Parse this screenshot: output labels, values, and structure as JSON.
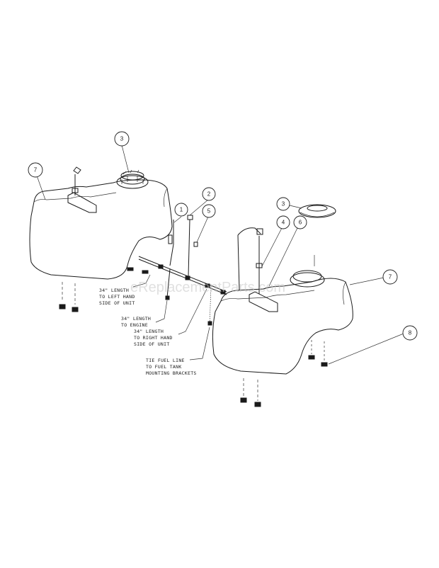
{
  "watermark": "eReplacementParts.com",
  "callouts": [
    {
      "id": "c1",
      "label": "1"
    },
    {
      "id": "c2",
      "label": "2"
    },
    {
      "id": "c3a",
      "label": "3"
    },
    {
      "id": "c3b",
      "label": "3"
    },
    {
      "id": "c4",
      "label": "4"
    },
    {
      "id": "c5",
      "label": "5"
    },
    {
      "id": "c6",
      "label": "6"
    },
    {
      "id": "c7a",
      "label": "7"
    },
    {
      "id": "c7b",
      "label": "7"
    },
    {
      "id": "c8",
      "label": "8"
    }
  ],
  "notes": {
    "left_hand": [
      "34\" LENGTH",
      "TO LEFT HAND",
      "SIDE OF UNIT"
    ],
    "engine": [
      "34\" LENGTH",
      "TO ENGINE"
    ],
    "right_hand": [
      "34\" LENGTH",
      "TO RIGHT HAND",
      "SIDE OF UNIT"
    ],
    "tie": [
      "TIE FUEL LINE",
      "TO FUEL TANK",
      "MOUNTING BRACKETS"
    ]
  }
}
